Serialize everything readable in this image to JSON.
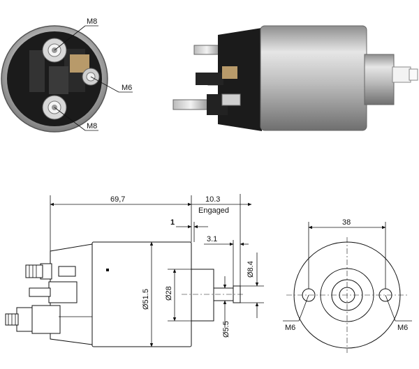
{
  "photo_end_view": {
    "callouts": {
      "top": "M8",
      "right": "M6",
      "bottom": "M8"
    }
  },
  "side_drawing": {
    "dims": {
      "overall_length": "69,7",
      "engaged_travel": "10.3",
      "engaged_label": "Engaged",
      "gap": "1",
      "plunger_step": "3.1",
      "body_dia": "Ø51.5",
      "boss_dia": "Ø28",
      "plunger_dia": "Ø8.4",
      "pin_dia": "Ø5.5"
    }
  },
  "end_drawing": {
    "dims": {
      "mount_spacing": "38",
      "left_hole": "M6",
      "right_hole": "M6"
    }
  },
  "colors": {
    "line": "#111111",
    "body_metal": "#c9c9c9",
    "bakelite": "#1a1a1a"
  }
}
